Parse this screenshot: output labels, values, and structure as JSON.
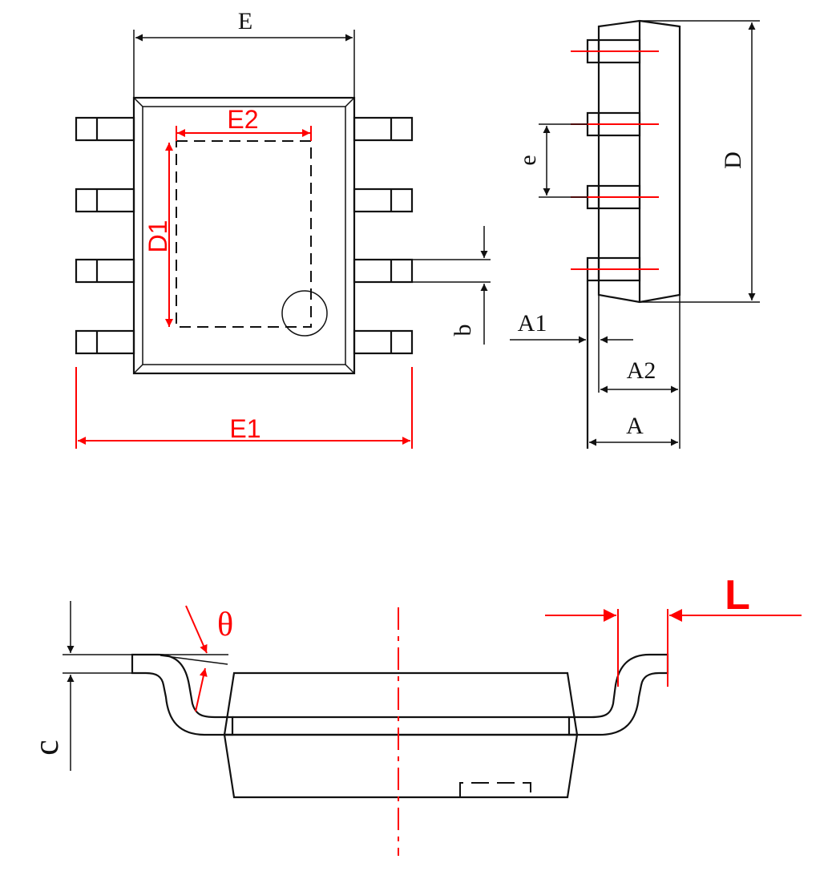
{
  "labels": {
    "E": "E",
    "E1": "E1",
    "E2": "E2",
    "D1": "D1",
    "b": "b",
    "e": "e",
    "D": "D",
    "A": "A",
    "A1": "A1",
    "A2": "A2",
    "L": "L",
    "theta": "θ",
    "c": "c"
  },
  "colors": {
    "outline": "#111111",
    "dimension_red": "#ff0000"
  }
}
